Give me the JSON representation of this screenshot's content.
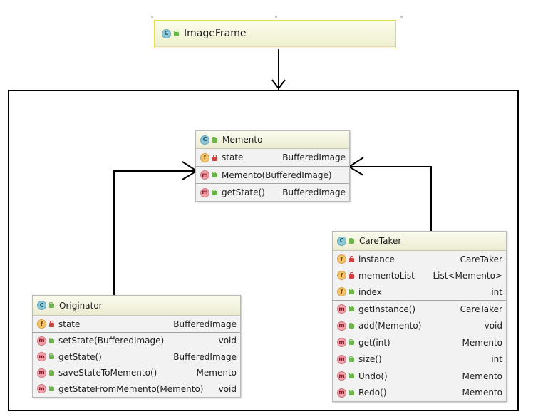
{
  "top_class": {
    "name": "ImageFrame",
    "icon": "class-icon",
    "visibility": "public"
  },
  "classes": {
    "memento": {
      "name": "Memento",
      "fields": [
        {
          "name": "state",
          "type": "BufferedImage",
          "visibility": "private"
        }
      ],
      "methods_1": [
        {
          "name": "Memento(BufferedImage)",
          "type": "",
          "visibility": "public"
        }
      ],
      "methods_2": [
        {
          "name": "getState()",
          "type": "BufferedImage",
          "visibility": "public"
        }
      ]
    },
    "caretaker": {
      "name": "CareTaker",
      "fields": [
        {
          "name": "instance",
          "type": "CareTaker",
          "visibility": "private"
        },
        {
          "name": "mementoList",
          "type": "List<Memento>",
          "visibility": "private"
        },
        {
          "name": "index",
          "type": "int",
          "visibility": "public"
        }
      ],
      "methods": [
        {
          "name": "getInstance()",
          "type": "CareTaker",
          "visibility": "public"
        },
        {
          "name": "add(Memento)",
          "type": "void",
          "visibility": "public"
        },
        {
          "name": "get(int)",
          "type": "Memento",
          "visibility": "public"
        },
        {
          "name": "size()",
          "type": "int",
          "visibility": "public"
        },
        {
          "name": "Undo()",
          "type": "Memento",
          "visibility": "public"
        },
        {
          "name": "Redo()",
          "type": "Memento",
          "visibility": "public"
        }
      ]
    },
    "originator": {
      "name": "Originator",
      "fields": [
        {
          "name": "state",
          "type": "BufferedImage",
          "visibility": "private"
        }
      ],
      "methods": [
        {
          "name": "setState(BufferedImage)",
          "type": "void",
          "visibility": "public"
        },
        {
          "name": "getState()",
          "type": "BufferedImage",
          "visibility": "public"
        },
        {
          "name": "saveStateToMemento()",
          "type": "Memento",
          "visibility": "public"
        },
        {
          "name": "getStateFromMemento(Memento)",
          "type": "void",
          "visibility": "public"
        }
      ]
    }
  },
  "icons": {
    "class": "C",
    "field": "f",
    "method": "m"
  },
  "colors": {
    "line": "#000000",
    "header": "#f7f7da",
    "header_border": "#e7e04b"
  }
}
